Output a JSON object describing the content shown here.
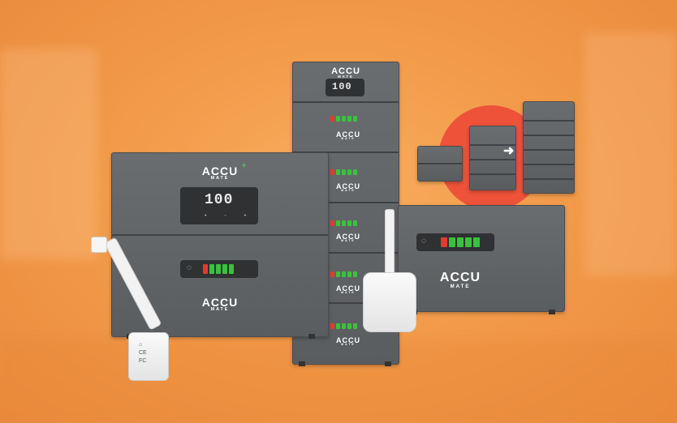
{
  "brand": {
    "name": "ACCU",
    "sub": "MATE"
  },
  "display": {
    "value": "100"
  },
  "colors": {
    "background": "#f29b4a",
    "unit_body": "#5f6265",
    "highlight_circle": "#ee5239",
    "battery_green": "#39c23d",
    "battery_red": "#e23b2e"
  },
  "icons": [
    "arrow-right-icon",
    "leaf-plus-icon",
    "battery-level-icon"
  ]
}
